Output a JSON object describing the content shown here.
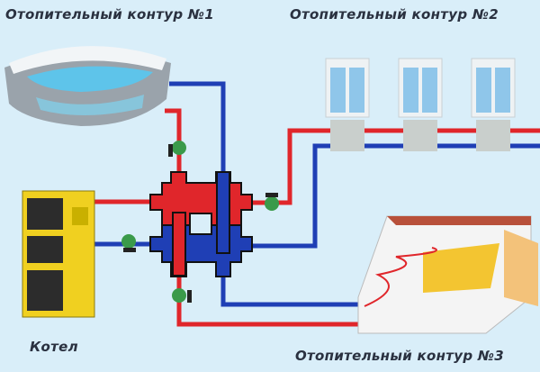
{
  "labels": {
    "circuit1": "Отопительный контур №1",
    "circuit2": "Отопительный контур №2",
    "boiler": "Котел",
    "circuit3": "Отопительный контур №3"
  },
  "colors": {
    "supply": "#e0262b",
    "return": "#1f3fb5",
    "pump": "#3a9a4a",
    "boiler": "#f0d020",
    "background": "#d9eef9"
  },
  "icons": [
    "bathtub-icon",
    "window-icon",
    "radiator-icon",
    "boiler-icon",
    "underfloor-heating-icon",
    "pump-icon",
    "hydraulic-manifold-icon"
  ]
}
